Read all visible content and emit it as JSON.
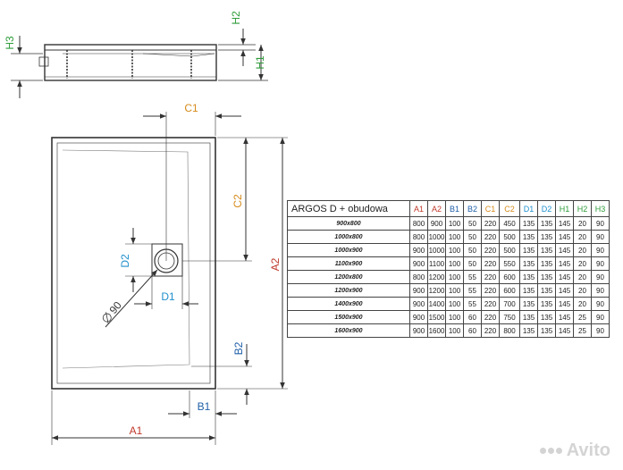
{
  "labels": {
    "h3": "H3",
    "h2": "H2",
    "h1": "H1",
    "c1": "C1",
    "c2": "C2",
    "a2": "A2",
    "d2": "D2",
    "d1": "D1",
    "diam": "90",
    "b2": "B2",
    "b1": "B1",
    "a1": "A1"
  },
  "colors": {
    "a": "#c0392b",
    "b": "#1f5fa8",
    "c": "#d58a1a",
    "d": "#1f8fcc",
    "h": "#2e9b3a",
    "line": "#333333"
  },
  "table": {
    "title": "ARGOS D + obudowa",
    "headers": [
      "A1",
      "A2",
      "B1",
      "B2",
      "C1",
      "C2",
      "D1",
      "D2",
      "H1",
      "H2",
      "H3"
    ],
    "rows": [
      {
        "model": "900x800",
        "values": [
          "800",
          "900",
          "100",
          "50",
          "220",
          "450",
          "135",
          "135",
          "145",
          "20",
          "90"
        ]
      },
      {
        "model": "1000x800",
        "values": [
          "800",
          "1000",
          "100",
          "50",
          "220",
          "500",
          "135",
          "135",
          "145",
          "20",
          "90"
        ]
      },
      {
        "model": "1000x900",
        "values": [
          "900",
          "1000",
          "100",
          "50",
          "220",
          "500",
          "135",
          "135",
          "145",
          "20",
          "90"
        ]
      },
      {
        "model": "1100x900",
        "values": [
          "900",
          "1100",
          "100",
          "50",
          "220",
          "550",
          "135",
          "135",
          "145",
          "20",
          "90"
        ]
      },
      {
        "model": "1200x800",
        "values": [
          "800",
          "1200",
          "100",
          "55",
          "220",
          "600",
          "135",
          "135",
          "145",
          "20",
          "90"
        ]
      },
      {
        "model": "1200x900",
        "values": [
          "900",
          "1200",
          "100",
          "55",
          "220",
          "600",
          "135",
          "135",
          "145",
          "20",
          "90"
        ]
      },
      {
        "model": "1400x900",
        "values": [
          "900",
          "1400",
          "100",
          "55",
          "220",
          "700",
          "135",
          "135",
          "145",
          "20",
          "90"
        ]
      },
      {
        "model": "1500x900",
        "values": [
          "900",
          "1500",
          "100",
          "60",
          "220",
          "750",
          "135",
          "135",
          "145",
          "25",
          "90"
        ]
      },
      {
        "model": "1600x900",
        "values": [
          "900",
          "1600",
          "100",
          "60",
          "220",
          "800",
          "135",
          "135",
          "145",
          "25",
          "90"
        ]
      }
    ]
  },
  "watermark": "Avito"
}
